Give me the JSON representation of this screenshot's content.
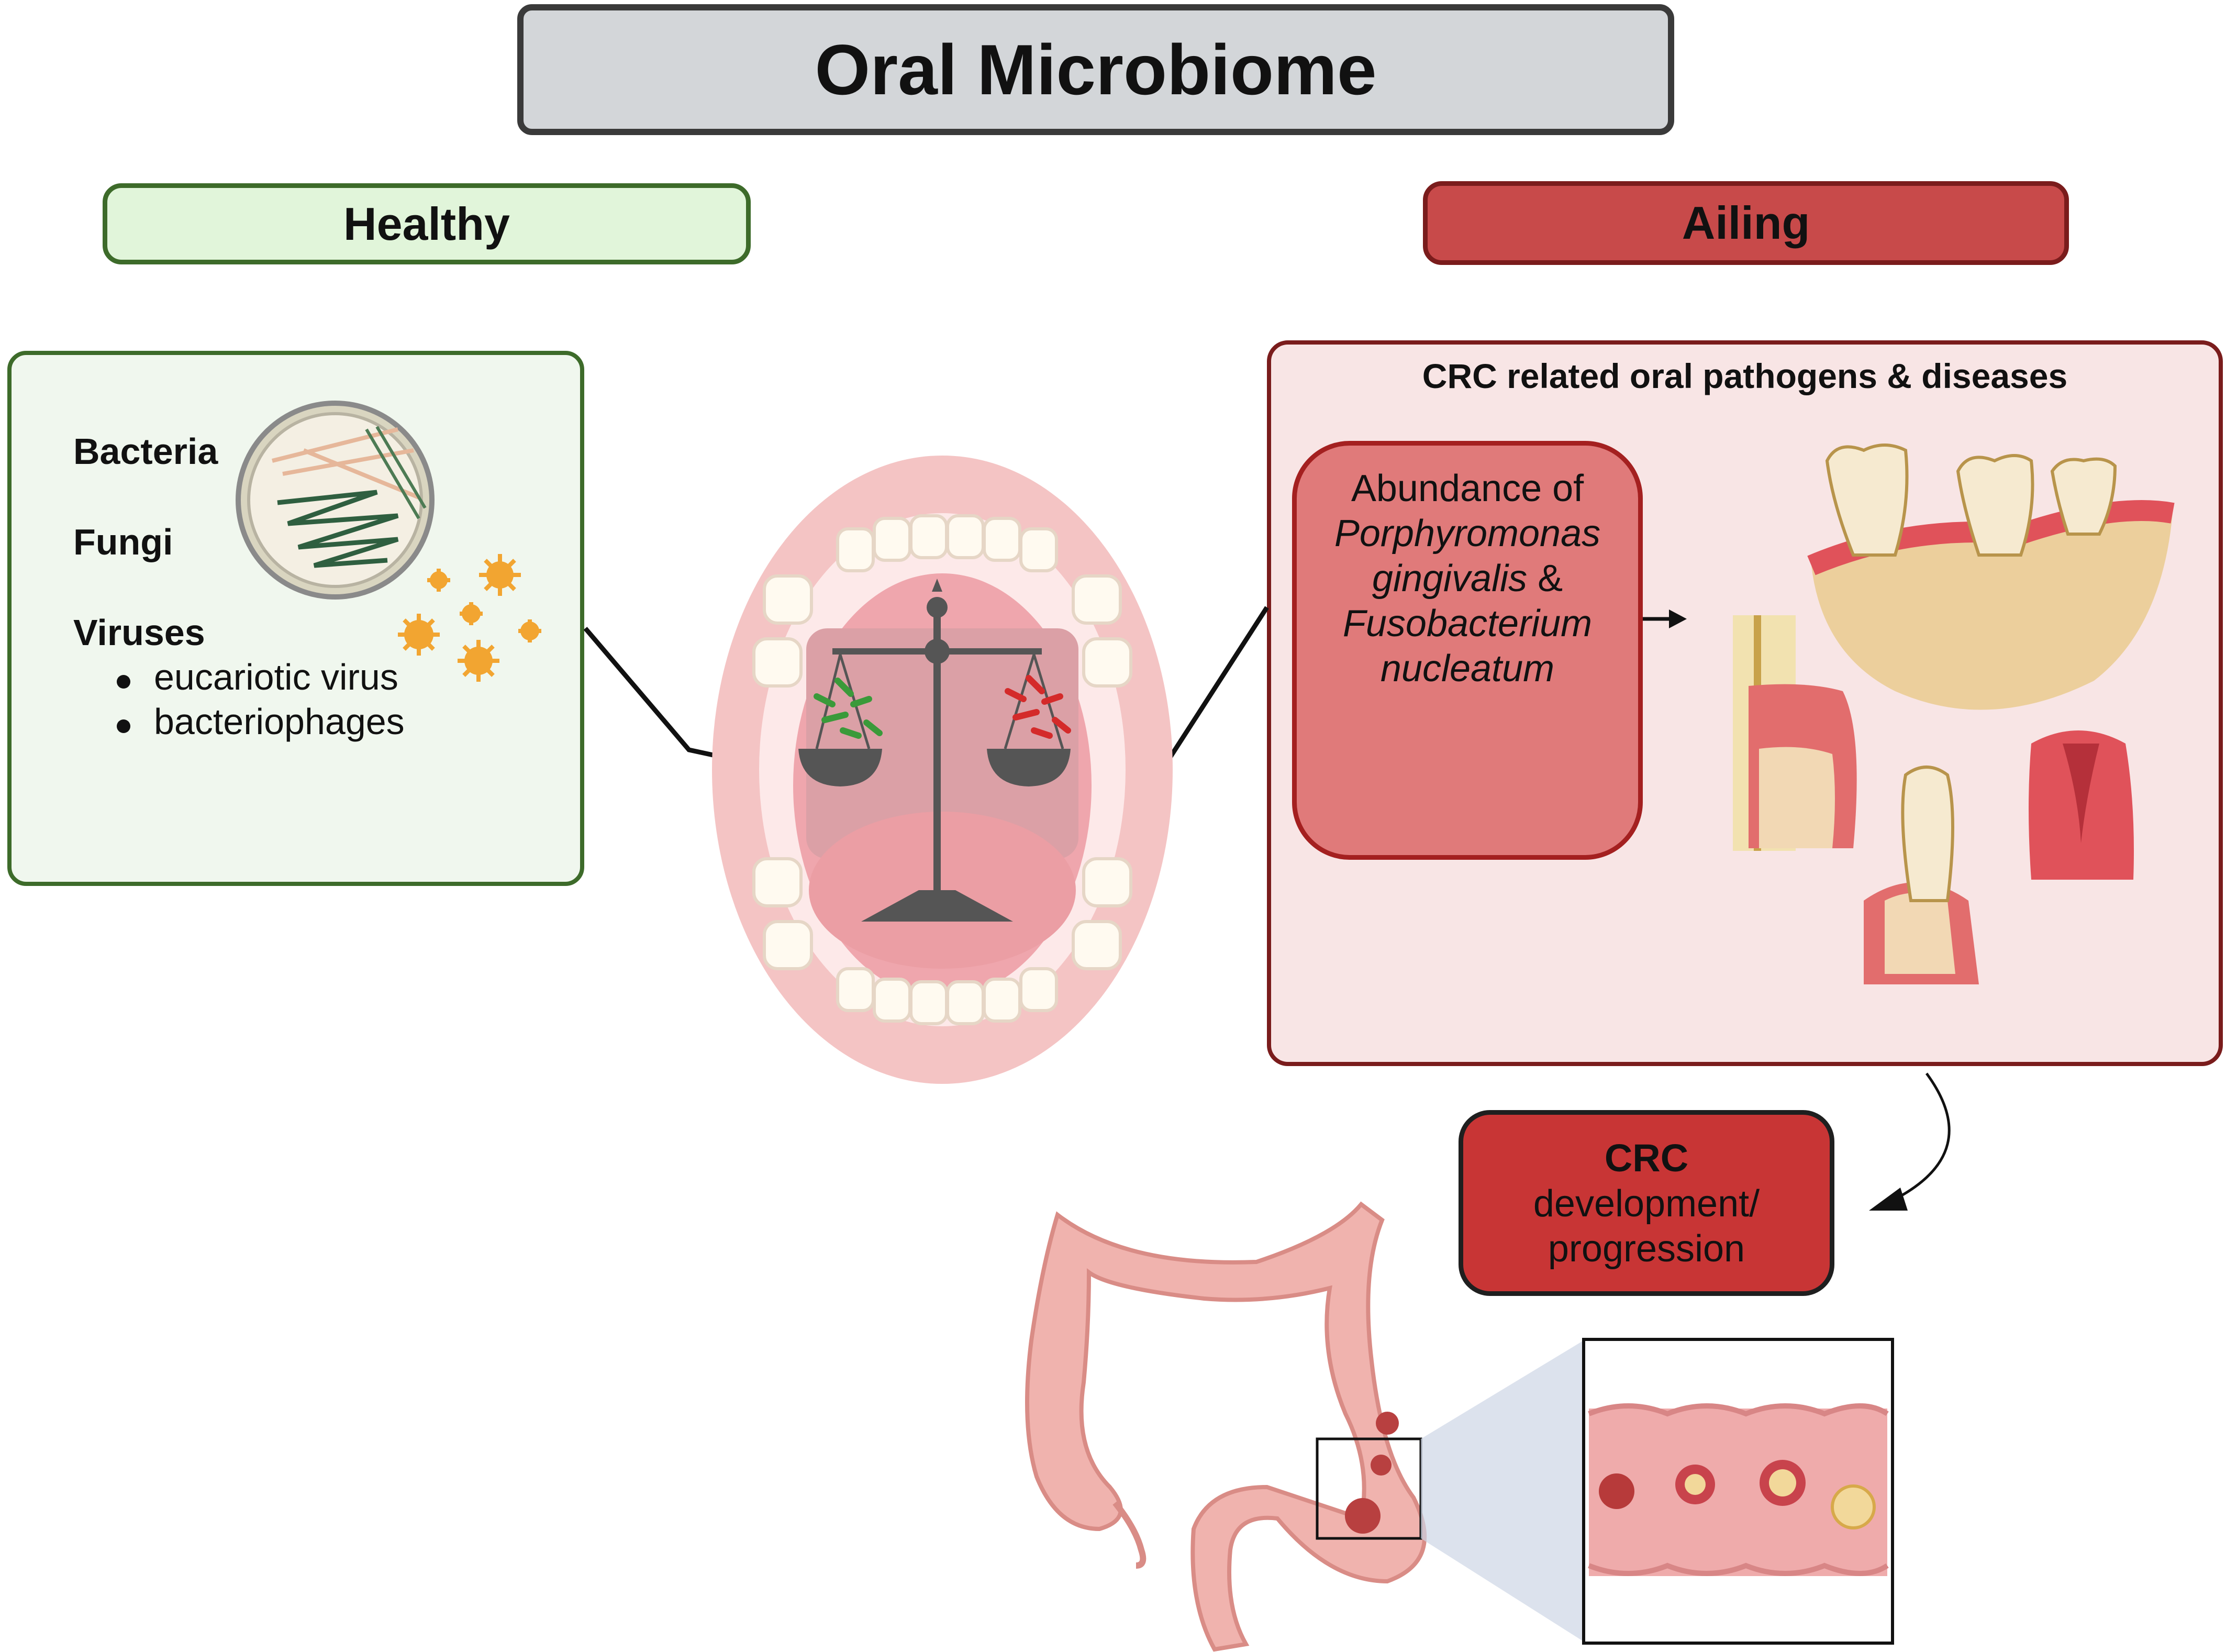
{
  "title": "Oral Microbiome",
  "healthy": {
    "heading": "Healthy",
    "bacteria": "Bacteria",
    "fungi": "Fungi",
    "viruses": "Viruses",
    "virus_types": [
      "eucariotic virus",
      "bacteriophages"
    ]
  },
  "ailing": {
    "heading": "Ailing",
    "panel_title": "CRC related oral pathogens & diseases",
    "abundance": {
      "line1": "Abundance of",
      "line2": "Porphyromonas",
      "line3a": "gingivalis",
      "line3b": " &",
      "line4": "Fusobacterium",
      "line5": "nucleatum"
    }
  },
  "crc": {
    "line1": "CRC",
    "line2": "development/",
    "line3": "progression"
  },
  "colors": {
    "healthy_green": "#3d6b2a",
    "ailing_red": "#c84a4a",
    "crc_red": "#c83535",
    "title_grey": "#d3d6d9"
  },
  "icons": [
    "petri-dish-icon",
    "virus-icon",
    "mouth-icon",
    "balance-scale-icon",
    "pill-bacteria-icon",
    "periodontal-tooth-icon",
    "colon-icon",
    "tumor-icon"
  ]
}
